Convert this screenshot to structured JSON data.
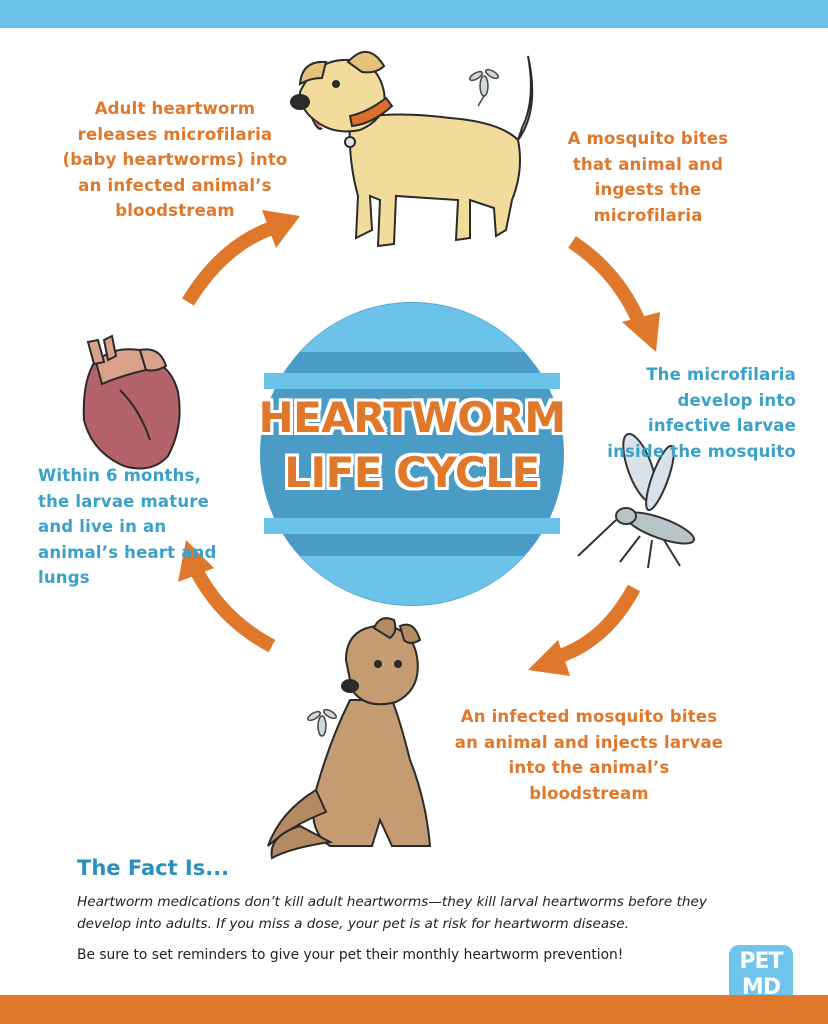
{
  "title": {
    "line1": "HEARTWORM",
    "line2": "LIFE CYCLE"
  },
  "steps": [
    {
      "text": "Adult heartworm releases microfilaria (baby heartworms) into an infected animal’s bloodstream"
    },
    {
      "text": "A mosquito bites that animal and ingests the microfilaria"
    },
    {
      "text": "The microfilaria develop into infective larvae inside the mosquito"
    },
    {
      "text": "An infected mosquito bites an animal and injects larvae into the animal’s bloodstream"
    },
    {
      "text": "Within 6 months, the larvae mature and live in an animal’s heart and lungs"
    }
  ],
  "fact": {
    "heading": "The Fact Is...",
    "body": "Heartworm medications don’t kill adult heartworms—they kill larval heartworms before they develop into adults. If you miss a dose, your pet is at risk for heartworm disease.",
    "reminder": "Be sure to set reminders to give your pet their monthly heartworm prevention!"
  },
  "logo": {
    "top": "PET",
    "bottom": "MD"
  },
  "colors": {
    "orange": "#e0782c",
    "blue": "#3aa1c9",
    "light_blue": "#6cc3ea",
    "circle_blue": "#4a9cc7"
  },
  "icons": [
    "yellow-dog-icon",
    "mosquito-icon",
    "brown-dog-icon",
    "heart-icon",
    "cycle-arrow-icon"
  ]
}
